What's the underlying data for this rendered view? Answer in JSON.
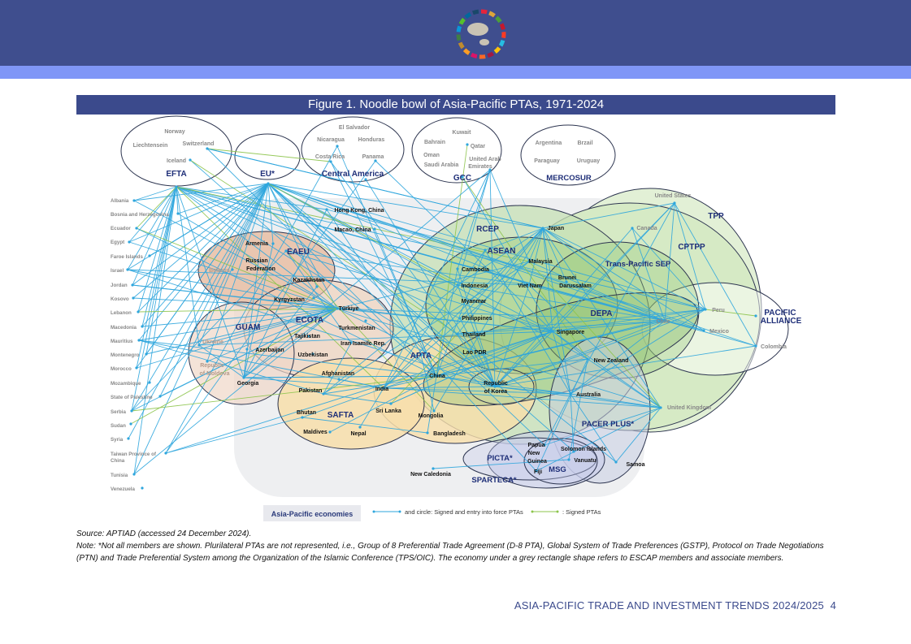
{
  "header": {
    "logo": "ESCAP logo with SDG colour ring"
  },
  "figure": {
    "title": "Figure 1. Noodle bowl of Asia-Pacific PTAs, 1971-2024",
    "groups": {
      "efta": "EFTA",
      "eu": "EU*",
      "central_america": "Central America",
      "gcc": "GCC",
      "mercosur": "MERCOSUR",
      "eaeu": "EAEU",
      "ecota": "ECOTA",
      "guam": "GUAM",
      "safta": "SAFTA",
      "apta": "APTA",
      "rcep": "RCEP",
      "asean": "ASEAN",
      "tpp": "TPP",
      "cptpp": "CPTPP",
      "tpsep": "Trans-Pacific SEP",
      "depa": "DEPA",
      "pacific_alliance_1": "PACIFIC",
      "pacific_alliance_2": "ALLIANCE",
      "pacer": "PACER PLUS*",
      "picta": "PICTA*",
      "msg": "MSG",
      "sparteca": "SPARTECA*"
    },
    "nodes": {
      "norway": "Norway",
      "liechtenstein": "Liechtensein",
      "switzerland": "Switzerland",
      "iceland": "Iceland",
      "elsalvador": "El Salvador",
      "nicaragua": "Nicaragua",
      "honduras": "Honduras",
      "costarica": "Costa Rica",
      "panama": "Panama",
      "kuwait": "Kuwait",
      "bahrain": "Bahrain",
      "qatar": "Qatar",
      "oman": "Oman",
      "saudi": "Saudi Arabia",
      "uae1": "United Arab",
      "uae2": "Emirates",
      "argentina": "Argentina",
      "brazil": "Brzail",
      "paraguay": "Paraguay",
      "uruguay": "Uruguay",
      "albania": "Albania",
      "bosnia": "Bosnia and Herzegovina",
      "ecuador": "Ecuador",
      "egypt": "Egypt",
      "faroe": "Faroe Islands",
      "israel": "Israel",
      "jordan": "Jordan",
      "kosovo": "Kosovo",
      "lebanon": "Lebanon",
      "macedonia": "Macedonia",
      "mauritius": "Mauritius",
      "montenegro": "Montenegro",
      "morocco": "Morocco",
      "mozambique": "Mozambique",
      "palestine": "State of Palestine",
      "serbia": "Serbia",
      "sudan": "Sudan",
      "syria": "Syria",
      "taiwan1": "Taiwan Province of",
      "taiwan2": "China",
      "tunisia": "Tunisia",
      "venezuela": "Venezuela",
      "hongkong": "Hong Kong, China",
      "macao": "Macao, China",
      "armenia": "Armenia",
      "russia1": "Russian",
      "russia2": "Federation",
      "belarus": "Belarus",
      "kazakhstan": "Kazakhstan",
      "kyrgyzstan": "Kyrgyzstan",
      "turkiye": "Türkiye",
      "turkmenistan": "Turkmenistan",
      "tajikistan": "Tajikistan",
      "iran": "Iran Isamilc Rep.",
      "azerbaijan": "Azerbaijan",
      "uzbekistan": "Uzbekistan",
      "ukraine": "Ukraine",
      "moldova1": "Republic",
      "moldova2": "of Moldova",
      "georgia": "Georgia",
      "afghanistan": "Afghanistan",
      "pakistan": "Pakistan",
      "india": "India",
      "srilanka": "Sri Lanka",
      "bhutan": "Bhutan",
      "maldives": "Maldives",
      "nepal": "Nepal",
      "china": "China",
      "mongolia": "Mongolia",
      "bangladesh": "Bangladesh",
      "japan": "Japan",
      "cambodia": "Cambodia",
      "indonesia": "Indonesia",
      "myanmar": "Myanmar",
      "philippines": "Philippines",
      "thailand": "Thailand",
      "lao": "Lao PDR",
      "malaysia": "Malaysia",
      "vietnam": "Viet Nam",
      "brunei1": "Brunei",
      "brunei2": "Darussalam",
      "singapore": "Singapore",
      "korea1": "Republic",
      "korea2": "of Korea",
      "newzealand": "New Zealand",
      "australia": "Australia",
      "us": "United States",
      "canada": "Canada",
      "peru": "Peru",
      "chile": "Chile",
      "mexico": "Mexico",
      "colombia": "Colombia",
      "uk": "United Kingdom",
      "png1": "Papua",
      "png2": "New",
      "png3": "Guinea",
      "solomon": "Solomon Islands",
      "vanuatu": "Vanuatu",
      "fiji": "Fiji",
      "samoa": "Samoa",
      "newcaledonia": "New Caledonia"
    },
    "edges": [
      [
        "efta",
        "albania",
        "b"
      ],
      [
        "efta",
        "bosnia",
        "b"
      ],
      [
        "efta",
        "egypt",
        "b"
      ],
      [
        "efta",
        "israel",
        "b"
      ],
      [
        "efta",
        "jordan",
        "b"
      ],
      [
        "efta",
        "lebanon",
        "b"
      ],
      [
        "efta",
        "macedonia",
        "b"
      ],
      [
        "efta",
        "montenegro",
        "b"
      ],
      [
        "efta",
        "morocco",
        "b"
      ],
      [
        "efta",
        "serbia",
        "b"
      ],
      [
        "efta",
        "tunisia",
        "b"
      ],
      [
        "efta",
        "hongkong",
        "b"
      ],
      [
        "efta",
        "singapore",
        "b"
      ],
      [
        "efta",
        "korea",
        "b"
      ],
      [
        "efta",
        "georgia",
        "b"
      ],
      [
        "efta",
        "philippines",
        "b"
      ],
      [
        "efta",
        "indonesia",
        "b"
      ],
      [
        "efta",
        "chile",
        "b"
      ],
      [
        "efta",
        "peru",
        "b"
      ],
      [
        "efta",
        "colombia",
        "b"
      ],
      [
        "efta",
        "mexico",
        "b"
      ],
      [
        "efta",
        "ukraine",
        "b"
      ],
      [
        "efta",
        "turkiye",
        "b"
      ],
      [
        "efta",
        "ecuador",
        "g"
      ],
      [
        "efta",
        "india",
        "g"
      ],
      [
        "efta",
        "malaysia",
        "g"
      ],
      [
        "switzerland",
        "china",
        "b"
      ],
      [
        "switzerland",
        "japan",
        "b"
      ],
      [
        "iceland",
        "china",
        "b"
      ],
      [
        "switzerland",
        "costarica",
        "g"
      ],
      [
        "iceland",
        "thailand",
        "g"
      ],
      [
        "eu",
        "albania",
        "b"
      ],
      [
        "eu",
        "bosnia",
        "b"
      ],
      [
        "eu",
        "egypt",
        "b"
      ],
      [
        "eu",
        "faroe",
        "b"
      ],
      [
        "eu",
        "israel",
        "b"
      ],
      [
        "eu",
        "jordan",
        "b"
      ],
      [
        "eu",
        "lebanon",
        "b"
      ],
      [
        "eu",
        "macedonia",
        "b"
      ],
      [
        "eu",
        "mauritius",
        "b"
      ],
      [
        "eu",
        "montenegro",
        "b"
      ],
      [
        "eu",
        "morocco",
        "b"
      ],
      [
        "eu",
        "palestine",
        "b"
      ],
      [
        "eu",
        "serbia",
        "b"
      ],
      [
        "eu",
        "syria",
        "b"
      ],
      [
        "eu",
        "tunisia",
        "b"
      ],
      [
        "eu",
        "kosovo",
        "b"
      ],
      [
        "eu",
        "armenia",
        "b"
      ],
      [
        "eu",
        "georgia",
        "b"
      ],
      [
        "eu",
        "moldova",
        "b"
      ],
      [
        "eu",
        "ukraine",
        "b"
      ],
      [
        "eu",
        "turkiye",
        "b"
      ],
      [
        "eu",
        "kazakhstan",
        "b"
      ],
      [
        "eu",
        "japan",
        "b"
      ],
      [
        "eu",
        "korea",
        "b"
      ],
      [
        "eu",
        "singapore",
        "b"
      ],
      [
        "eu",
        "vietnam",
        "b"
      ],
      [
        "eu",
        "newzealand",
        "b"
      ],
      [
        "eu",
        "chile",
        "b"
      ],
      [
        "eu",
        "mexico",
        "b"
      ],
      [
        "eu",
        "peru",
        "b"
      ],
      [
        "eu",
        "colombia",
        "b"
      ],
      [
        "eu",
        "png",
        "b"
      ],
      [
        "eu",
        "fiji",
        "b"
      ],
      [
        "eu",
        "samoa",
        "b"
      ],
      [
        "eu",
        "solomon",
        "b"
      ],
      [
        "eu",
        "indonesia",
        "g"
      ],
      [
        "costarica",
        "china",
        "b"
      ],
      [
        "costarica",
        "korea",
        "b"
      ],
      [
        "nicaragua",
        "taiwan",
        "b"
      ],
      [
        "panama",
        "singapore",
        "b"
      ],
      [
        "panama",
        "taiwan",
        "b"
      ],
      [
        "centralamerica",
        "korea",
        "b"
      ],
      [
        "qatar",
        "china",
        "g"
      ],
      [
        "uae",
        "georgia",
        "b"
      ],
      [
        "uae",
        "indonesia",
        "b"
      ],
      [
        "uae",
        "malaysia",
        "b"
      ],
      [
        "uae",
        "korea",
        "b"
      ],
      [
        "uae",
        "cambodia",
        "b"
      ],
      [
        "gcc",
        "singapore",
        "b"
      ],
      [
        "gcc",
        "newzealand",
        "g"
      ],
      [
        "turkiye",
        "albania",
        "b"
      ],
      [
        "turkiye",
        "bosnia",
        "b"
      ],
      [
        "turkiye",
        "egypt",
        "b"
      ],
      [
        "turkiye",
        "israel",
        "b"
      ],
      [
        "turkiye",
        "jordan",
        "b"
      ],
      [
        "turkiye",
        "kosovo",
        "b"
      ],
      [
        "turkiye",
        "macedonia",
        "b"
      ],
      [
        "turkiye",
        "mauritius",
        "b"
      ],
      [
        "turkiye",
        "montenegro",
        "b"
      ],
      [
        "turkiye",
        "morocco",
        "b"
      ],
      [
        "turkiye",
        "palestine",
        "b"
      ],
      [
        "turkiye",
        "serbia",
        "b"
      ],
      [
        "turkiye",
        "tunisia",
        "b"
      ],
      [
        "turkiye",
        "georgia",
        "b"
      ],
      [
        "turkiye",
        "malaysia",
        "b"
      ],
      [
        "turkiye",
        "korea",
        "b"
      ],
      [
        "turkiye",
        "singapore",
        "b"
      ],
      [
        "turkiye",
        "chile",
        "b"
      ],
      [
        "turkiye",
        "ukraine",
        "b"
      ],
      [
        "turkiye",
        "moldova",
        "b"
      ],
      [
        "turkiye",
        "ecuador",
        "g"
      ],
      [
        "turkiye",
        "sudan",
        "g"
      ],
      [
        "turkiye",
        "lebanon",
        "g"
      ],
      [
        "turkiye",
        "uk",
        "b"
      ],
      [
        "georgia",
        "china",
        "b"
      ],
      [
        "georgia",
        "hongkong",
        "b"
      ],
      [
        "georgia",
        "ukraine",
        "b"
      ],
      [
        "georgia",
        "azerbaijan",
        "b"
      ],
      [
        "georgia",
        "armenia",
        "b"
      ],
      [
        "georgia",
        "kazakhstan",
        "b"
      ],
      [
        "georgia",
        "uk",
        "b"
      ],
      [
        "eaeu",
        "vietnam",
        "b"
      ],
      [
        "eaeu",
        "iran",
        "b"
      ],
      [
        "eaeu",
        "serbia",
        "b"
      ],
      [
        "eaeu",
        "singapore",
        "b"
      ],
      [
        "eaeu",
        "mongolia",
        "g"
      ],
      [
        "china",
        "pakistan",
        "b"
      ],
      [
        "china",
        "georgia",
        "b"
      ],
      [
        "china",
        "mauritius",
        "b"
      ],
      [
        "china",
        "maldives",
        "b"
      ],
      [
        "china",
        "serbia",
        "g"
      ],
      [
        "china",
        "singapore",
        "b"
      ],
      [
        "china",
        "newzealand",
        "b"
      ],
      [
        "china",
        "australia",
        "b"
      ],
      [
        "china",
        "chile",
        "b"
      ],
      [
        "china",
        "peru",
        "b"
      ],
      [
        "china",
        "korea",
        "b"
      ],
      [
        "china",
        "cambodia",
        "b"
      ],
      [
        "china",
        "hongkong",
        "b"
      ],
      [
        "china",
        "macao",
        "b"
      ],
      [
        "china",
        "nicaragua",
        "b"
      ],
      [
        "china",
        "ecuador",
        "b"
      ],
      [
        "india",
        "afghanistan",
        "b"
      ],
      [
        "india",
        "japan",
        "b"
      ],
      [
        "india",
        "korea",
        "b"
      ],
      [
        "india",
        "singapore",
        "b"
      ],
      [
        "india",
        "malaysia",
        "b"
      ],
      [
        "india",
        "mauritius",
        "b"
      ],
      [
        "india",
        "chile",
        "b"
      ],
      [
        "india",
        "uae",
        "b"
      ],
      [
        "india",
        "australia",
        "b"
      ],
      [
        "india",
        "bhutan",
        "b"
      ],
      [
        "india",
        "nepal",
        "b"
      ],
      [
        "pakistan",
        "malaysia",
        "b"
      ],
      [
        "pakistan",
        "mauritius",
        "b"
      ],
      [
        "pakistan",
        "indonesia",
        "b"
      ],
      [
        "pakistan",
        "srilanka",
        "b"
      ],
      [
        "pakistan",
        "iran",
        "b"
      ],
      [
        "srilanka",
        "singapore",
        "b"
      ],
      [
        "srilanka",
        "thailand",
        "g"
      ],
      [
        "bhutan",
        "taiwan",
        "b"
      ],
      [
        "bangladesh",
        "bhutan",
        "b"
      ],
      [
        "japan",
        "asean",
        "b"
      ],
      [
        "japan",
        "singapore",
        "b"
      ],
      [
        "japan",
        "malaysia",
        "b"
      ],
      [
        "japan",
        "thailand",
        "b"
      ],
      [
        "japan",
        "indonesia",
        "b"
      ],
      [
        "japan",
        "philippines",
        "b"
      ],
      [
        "japan",
        "vietnam",
        "b"
      ],
      [
        "japan",
        "brunei",
        "b"
      ],
      [
        "japan",
        "mongolia",
        "b"
      ],
      [
        "japan",
        "australia",
        "b"
      ],
      [
        "japan",
        "mexico",
        "b"
      ],
      [
        "japan",
        "peru",
        "b"
      ],
      [
        "japan",
        "chile",
        "b"
      ],
      [
        "japan",
        "switzerland",
        "b"
      ],
      [
        "japan",
        "uk",
        "b"
      ],
      [
        "japan",
        "us",
        "b"
      ],
      [
        "korea",
        "singapore",
        "b"
      ],
      [
        "korea",
        "australia",
        "b"
      ],
      [
        "korea",
        "newzealand",
        "b"
      ],
      [
        "korea",
        "canada",
        "b"
      ],
      [
        "korea",
        "peru",
        "b"
      ],
      [
        "korea",
        "chile",
        "b"
      ],
      [
        "korea",
        "colombia",
        "b"
      ],
      [
        "korea",
        "us",
        "b"
      ],
      [
        "korea",
        "uk",
        "b"
      ],
      [
        "korea",
        "israel",
        "b"
      ],
      [
        "korea",
        "cambodia",
        "b"
      ],
      [
        "korea",
        "indonesia",
        "b"
      ],
      [
        "korea",
        "philippines",
        "b"
      ],
      [
        "korea",
        "vietnam",
        "b"
      ],
      [
        "singapore",
        "us",
        "b"
      ],
      [
        "singapore",
        "peru",
        "b"
      ],
      [
        "singapore",
        "chile",
        "b"
      ],
      [
        "singapore",
        "australia",
        "b"
      ],
      [
        "singapore",
        "newzealand",
        "b"
      ],
      [
        "singapore",
        "uk",
        "b"
      ],
      [
        "singapore",
        "jordan",
        "b"
      ],
      [
        "singapore",
        "sri",
        "b"
      ],
      [
        "singapore",
        "taiwan",
        "b"
      ],
      [
        "singapore",
        "ukraine",
        "b"
      ],
      [
        "malaysia",
        "chile",
        "b"
      ],
      [
        "thailand",
        "chile",
        "b"
      ],
      [
        "thailand",
        "peru",
        "b"
      ],
      [
        "indonesia",
        "chile",
        "b"
      ],
      [
        "vietnam",
        "chile",
        "b"
      ],
      [
        "vietnam",
        "israel",
        "b"
      ],
      [
        "vietnam",
        "uk",
        "b"
      ],
      [
        "australia",
        "us",
        "b"
      ],
      [
        "australia",
        "chile",
        "b"
      ],
      [
        "australia",
        "peru",
        "b"
      ],
      [
        "australia",
        "uk",
        "b"
      ],
      [
        "newzealand",
        "uk",
        "b"
      ],
      [
        "australia",
        "png",
        "b"
      ],
      [
        "newzealand",
        "fiji",
        "b"
      ],
      [
        "australia",
        "solomon",
        "b"
      ],
      [
        "australia",
        "samoa",
        "b"
      ],
      [
        "newzealand",
        "vanuatu",
        "b"
      ],
      [
        "us",
        "peru",
        "b"
      ],
      [
        "us",
        "chile",
        "b"
      ],
      [
        "canada",
        "peru",
        "b"
      ],
      [
        "canada",
        "chile",
        "b"
      ],
      [
        "us",
        "colombia",
        "b"
      ],
      [
        "peru",
        "pacificalliance",
        "g"
      ],
      [
        "mexico",
        "chile",
        "b"
      ],
      [
        "newcaledonia",
        "vanuatu",
        "b"
      ],
      [
        "png",
        "uk",
        "b"
      ],
      [
        "fiji",
        "uk",
        "b"
      ],
      [
        "samoa",
        "uk",
        "b"
      ],
      [
        "malaysia",
        "uk",
        "g"
      ],
      [
        "asean",
        "hongkong",
        "b"
      ],
      [
        "asean",
        "india",
        "b"
      ],
      [
        "asean",
        "australia",
        "b"
      ],
      [
        "asean",
        "china",
        "b"
      ],
      [
        "apta",
        "mongolia",
        "b"
      ],
      [
        "bangladesh",
        "china",
        "b"
      ]
    ],
    "legend": {
      "box": "Asia-Pacific economies",
      "inforce": "and circle: Signed and entry into force PTAs",
      "signed": ": Signed PTAs",
      "colors": {
        "inforce": "#2ea6dd",
        "signed": "#8cc44b"
      }
    }
  },
  "notes": {
    "source": "Source: APTIAD (accessed 24 December 2024).",
    "note": "Note: *Not all members are shown. Plurilateral PTAs are not represented, i.e., Group of 8 Preferential Trade Agreement (D-8 PTA), Global System of Trade Preferences (GSTP), Protocol on Trade Negotiations (PTN) and Trade Preferential System among the Organization of the Islamic Conference (TPS/OIC). The economy under a grey rectangle shape refers to ESCAP members and associate members."
  },
  "footer": {
    "title": "ASIA-PACIFIC TRADE AND INVESTMENT TRENDS 2024/2025",
    "page": "4"
  }
}
